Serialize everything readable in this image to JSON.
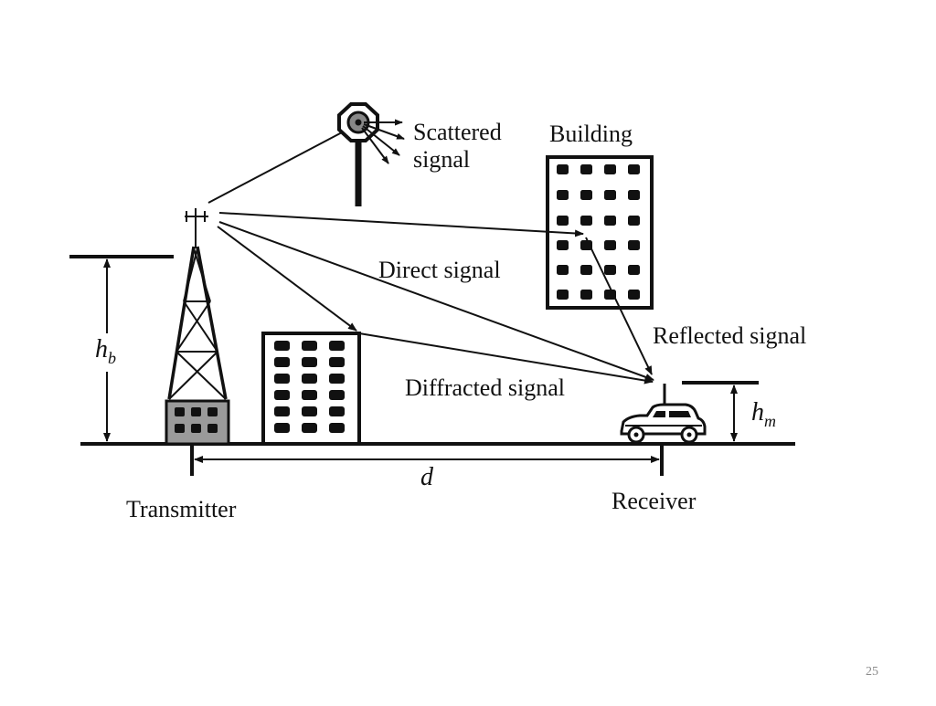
{
  "labels": {
    "scattered_line1": "Scattered",
    "scattered_line2": "signal",
    "building": "Building",
    "direct": "Direct signal",
    "reflected": "Reflected signal",
    "diffracted": "Diffracted signal",
    "transmitter": "Transmitter",
    "receiver": "Receiver",
    "d": "d",
    "h_b_main": "h",
    "h_b_sub": "b",
    "h_m_main": "h",
    "h_m_sub": "m"
  },
  "page_number": "25",
  "icons": [
    "antenna-tower",
    "scatterer-sign",
    "office-building",
    "car"
  ]
}
